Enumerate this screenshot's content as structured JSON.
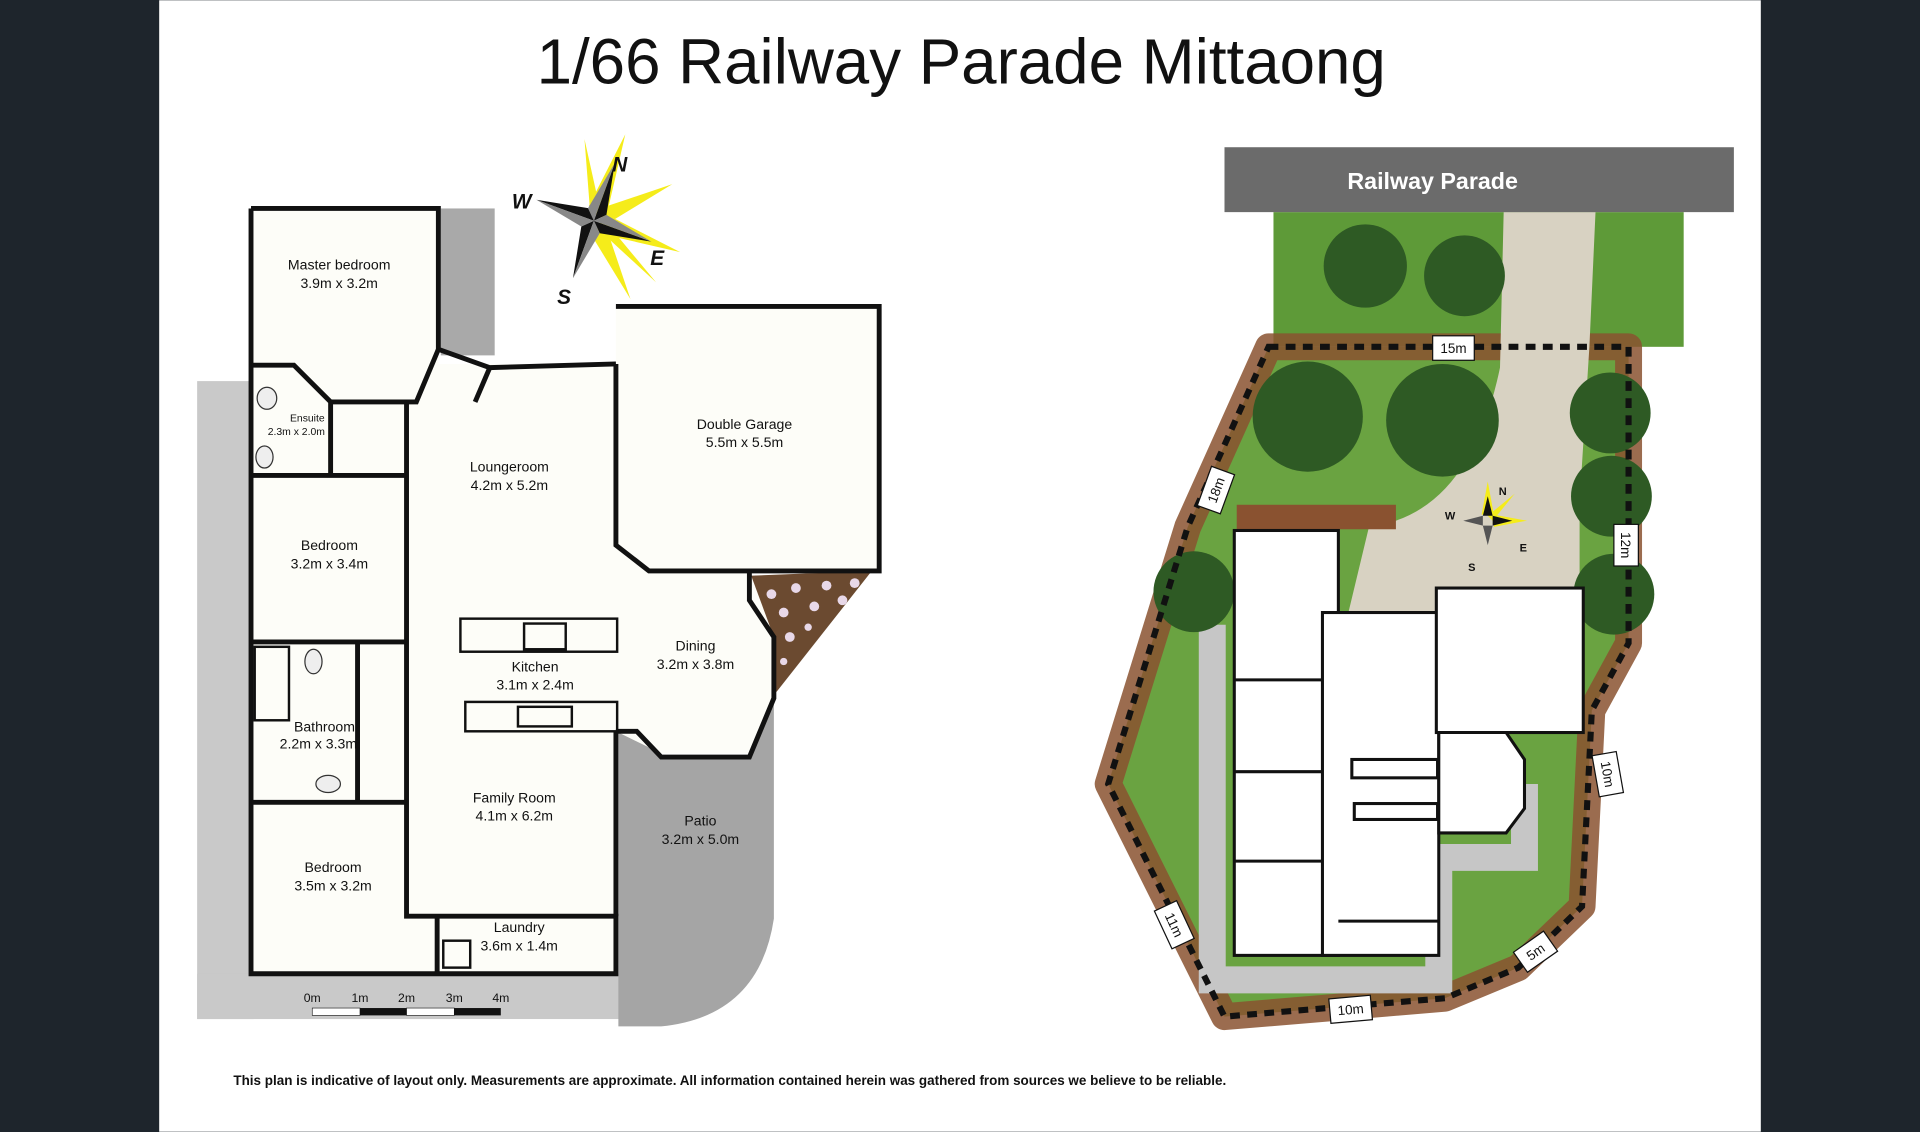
{
  "title": "1/66 Railway Parade Mittaong",
  "disclaimer": "This plan is indicative of layout only. Measurements are approximate. All information contained herein was gathered  from sources we believe to be reliable.",
  "compass": {
    "n": "N",
    "e": "E",
    "s": "S",
    "w": "W"
  },
  "rooms": {
    "master": {
      "name": "Master bedroom",
      "dims": "3.9m x 3.2m"
    },
    "ensuite": {
      "name": "Ensuite",
      "dims": "2.3m x 2.0m"
    },
    "bedroom1": {
      "name": "Bedroom",
      "dims": "3.2m x 3.4m"
    },
    "bathroom": {
      "name": "Bathroom",
      "dims": "2.2m x 3.3m"
    },
    "bedroom2": {
      "name": "Bedroom",
      "dims": "3.5m x 3.2m"
    },
    "lounge": {
      "name": "Loungeroom",
      "dims": "4.2m x 5.2m"
    },
    "kitchen": {
      "name": "Kitchen",
      "dims": "3.1m x 2.4m"
    },
    "family": {
      "name": "Family Room",
      "dims": "4.1m x 6.2m"
    },
    "laundry": {
      "name": "Laundry",
      "dims": "3.6m x 1.4m"
    },
    "garage": {
      "name": "Double Garage",
      "dims": "5.5m x 5.5m"
    },
    "dining": {
      "name": "Dining",
      "dims": "3.2m x 3.8m"
    },
    "patio": {
      "name": "Patio",
      "dims": "3.2m x 5.0m"
    }
  },
  "scale": [
    "0m",
    "1m",
    "2m",
    "3m",
    "4m"
  ],
  "site": {
    "street": "Railway Parade",
    "dims": {
      "top": "15m",
      "left_upper": "18m",
      "right_upper": "12m",
      "right_lower": "10m",
      "bottom_right": "5m",
      "bottom": "10m",
      "left_lower": "11m"
    }
  },
  "colors": {
    "lawn": "#5e9a38",
    "road": "#6b6b6b",
    "driveway": "#d8d2c2",
    "mulch": "#8a5230",
    "background": "#1e252c"
  }
}
